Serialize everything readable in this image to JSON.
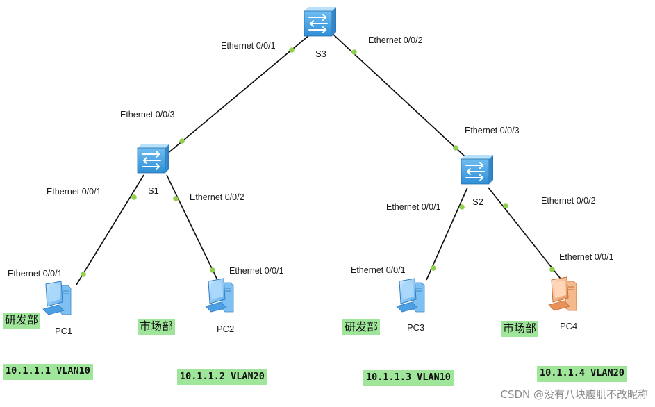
{
  "devices": {
    "s3": {
      "label": "S3"
    },
    "s1": {
      "label": "S1"
    },
    "s2": {
      "label": "S2"
    },
    "pc1": {
      "label": "PC1"
    },
    "pc2": {
      "label": "PC2"
    },
    "pc3": {
      "label": "PC3"
    },
    "pc4": {
      "label": "PC4"
    }
  },
  "ports": {
    "s3_e1": "Ethernet 0/0/1",
    "s3_e2": "Ethernet 0/0/2",
    "s1_e3": "Ethernet 0/0/3",
    "s1_e1": "Ethernet 0/0/1",
    "s1_e2": "Ethernet 0/0/2",
    "s2_e3": "Ethernet 0/0/3",
    "s2_e1": "Ethernet 0/0/1",
    "s2_e2": "Ethernet 0/0/2",
    "pc1_e1": "Ethernet 0/0/1",
    "pc2_e1": "Ethernet 0/0/1",
    "pc3_e1": "Ethernet 0/0/1",
    "pc4_e1": "Ethernet 0/0/1"
  },
  "departments": {
    "pc1": "研发部",
    "pc2": "市场部",
    "pc3": "研发部",
    "pc4": "市场部"
  },
  "addresses": {
    "pc1": "10.1.1.1 VLAN10",
    "pc2": "10.1.1.2 VLAN20",
    "pc3": "10.1.1.3 VLAN10",
    "pc4": "10.1.1.4 VLAN20"
  },
  "watermark": "CSDN @没有八块腹肌不改昵称",
  "colors": {
    "link": "#111111",
    "port_dot": "#8fd14f",
    "tag_bg": "#9fe59a",
    "switch": "#4ba3e6",
    "pc": "#6cb8f2",
    "pc_highlight": "#f0a36e"
  }
}
